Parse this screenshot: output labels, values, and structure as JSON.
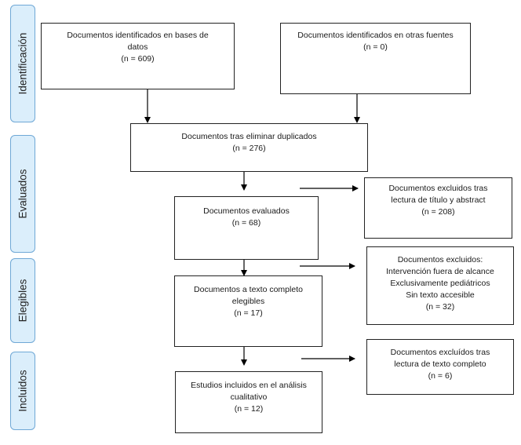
{
  "phases": {
    "identificacion": "Identificación",
    "evaluados": "Evaluados",
    "elegibles": "Elegibles",
    "incluidos": "Incluidos"
  },
  "boxes": {
    "bases_datos": {
      "line1": "Documentos identificados en bases de",
      "line2": "datos",
      "count": "(n = 609)"
    },
    "otras_fuentes": {
      "line1": "Documentos identificados en otras fuentes",
      "count": "(n = 0)"
    },
    "duplicados": {
      "line1": "Documentos tras eliminar duplicados",
      "count": "(n = 276)"
    },
    "excluidos_titulo": {
      "line1": "Documentos excluidos tras",
      "line2": "lectura de título y abstract",
      "count": "(n = 208)"
    },
    "evaluados": {
      "line1": "Documentos evaluados",
      "count": "(n = 68)"
    },
    "excluidos": {
      "line1": "Documentos excluidos:",
      "line2": "Intervención fuera de alcance",
      "line3": "Exclusivamente pediátricos",
      "line4": "Sin texto accesible",
      "count": "(n = 32)"
    },
    "texto_completo": {
      "line1": "Documentos a texto completo",
      "line2": "elegibles",
      "count": "(n = 17)"
    },
    "excluidos_texto": {
      "line1": "Documentos excluídos tras",
      "line2": "lectura de texto completo",
      "count": "(n = 6)"
    },
    "incluidos": {
      "line1": "Estudios incluidos en el análisis",
      "line2": "cualitativo",
      "count": "(n = 12)"
    }
  },
  "colors": {
    "phase_fill": "#dbeefb",
    "phase_border": "#6fa8d6",
    "line": "#000000"
  }
}
